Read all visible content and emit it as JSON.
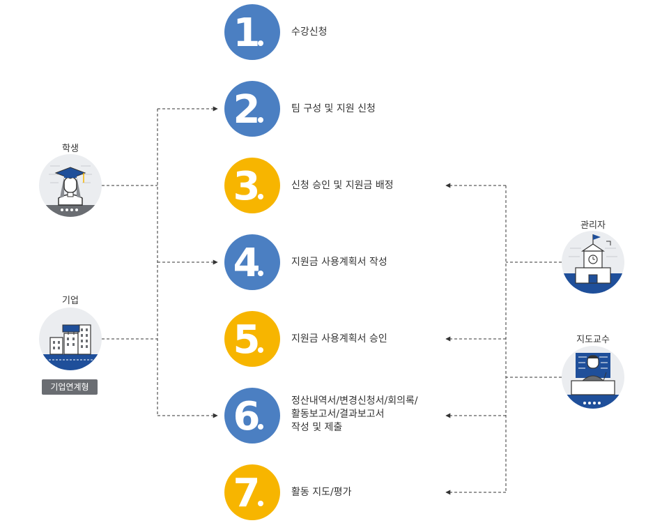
{
  "colors": {
    "blue": "#4b7fc2",
    "yellow": "#f7b500",
    "navy": "#1f4f9a",
    "gray": "#6a6d72",
    "light": "#ebedf0"
  },
  "actors": {
    "student": {
      "label": "학생",
      "icon": "graduate-icon"
    },
    "company": {
      "label": "기업",
      "badge": "기업연계형",
      "icon": "buildings-icon"
    },
    "admin": {
      "label": "관리자",
      "icon": "school-building-icon"
    },
    "professor": {
      "label": "지도교수",
      "icon": "professor-podium-icon"
    }
  },
  "steps": [
    {
      "num": "1",
      "color": "blue",
      "lines": [
        "수강신청"
      ]
    },
    {
      "num": "2",
      "color": "blue",
      "lines": [
        "팀 구성 및 지원 신청"
      ]
    },
    {
      "num": "3",
      "color": "yellow",
      "lines": [
        "신청 승인 및 지원금 배정"
      ]
    },
    {
      "num": "4",
      "color": "blue",
      "lines": [
        "지원금 사용계획서 작성"
      ]
    },
    {
      "num": "5",
      "color": "yellow",
      "lines": [
        "지원금 사용계획서 승인"
      ]
    },
    {
      "num": "6",
      "color": "blue",
      "lines": [
        "정산내역서/변경신청서/회의록/",
        "활동보고서/결과보고서",
        "작성 및 제출"
      ]
    },
    {
      "num": "7",
      "color": "yellow",
      "lines": [
        "활동 지도/평가"
      ]
    }
  ]
}
